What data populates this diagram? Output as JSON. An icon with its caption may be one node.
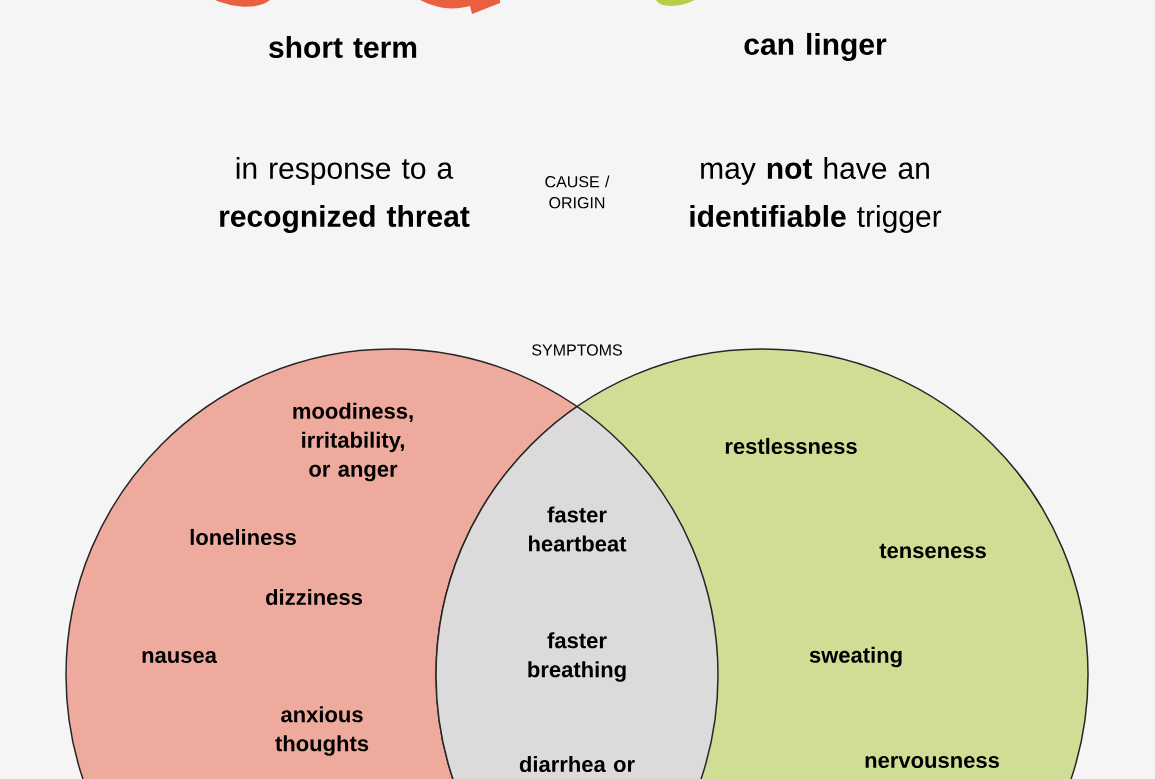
{
  "diagram": {
    "nodes": [
      {
        "text": [
          "moodiness, irritability, or anger",
          "loneliness",
          "dizziness",
          "nausea",
          "anxious thoughts"
        ]
      },
      {
        "text": [
          "restlessness",
          "tenseness",
          "sweating",
          "nervousness"
        ]
      },
      {
        "text": [
          "faster heartbeat",
          "faster breathing",
          "diarrhea or"
        ]
      }
    ],
    "edges": [],
    "labels": [
      "short term",
      "can linger",
      "in response to a **recognized threat**",
      "CAUSE / ORIGIN",
      "may **not** have an **identifiable** trigger",
      "SYMPTOMS"
    ]
  }
}
